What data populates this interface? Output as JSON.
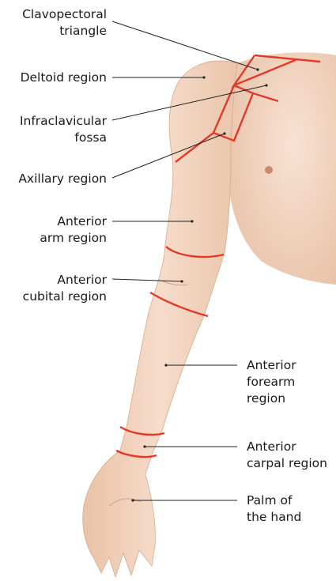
{
  "figure": {
    "skin_color": "#f2d4bf",
    "skin_shadow": "#e0b79b",
    "region_line_color": "#e23a2a",
    "leader_color": "#222222"
  },
  "labels": {
    "clavopectoral": {
      "line1": "Clavopectoral",
      "line2": "triangle"
    },
    "deltoid": {
      "line1": "Deltoid region"
    },
    "infraclavicular": {
      "line1": "Infraclavicular",
      "line2": "fossa"
    },
    "axillary": {
      "line1": "Axillary region"
    },
    "anterior_arm": {
      "line1": "Anterior",
      "line2": "arm region"
    },
    "anterior_cubital": {
      "line1": "Anterior",
      "line2": "cubital region"
    },
    "anterior_forearm": {
      "line1": "Anterior",
      "line2": "forearm",
      "line3": "region"
    },
    "anterior_carpal": {
      "line1": "Anterior",
      "line2": "carpal region"
    },
    "palm": {
      "line1": "Palm of",
      "line2": "the hand"
    }
  }
}
